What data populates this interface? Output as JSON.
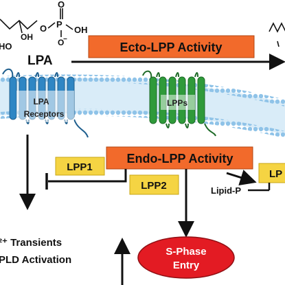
{
  "molecule": {
    "ho": "HO",
    "oh_top": "OH",
    "o_left": "O",
    "p": "P",
    "oh_right": "OH",
    "o_top": "O",
    "o_minus": "O",
    "minus": "−"
  },
  "lpa_label": "LPA",
  "boxes": {
    "ecto": "Ecto-LPP Activity",
    "endo": "Endo-LPP Activity",
    "lpp1": "LPP1",
    "lpp2": "LPP2",
    "lp_partial": "LP"
  },
  "receptors": {
    "lpa_receptors_line1": "LPA",
    "lpa_receptors_line2": "Receptors",
    "lpps": "LPPs"
  },
  "outputs": {
    "transients": "²⁺ Transients",
    "pld": "PLD Activation",
    "sphase_line1": "S-Phase",
    "sphase_line2": "Entry",
    "lipid_p": "Lipid-P"
  },
  "colors": {
    "orange_box": "#f26a2b",
    "yellow_box": "#f5d443",
    "membrane_blue": "#9cc9ea",
    "receptor_blue": "#2f86c4",
    "lpp_green": "#2f9a3a",
    "ellipse_red": "#e31b23"
  }
}
